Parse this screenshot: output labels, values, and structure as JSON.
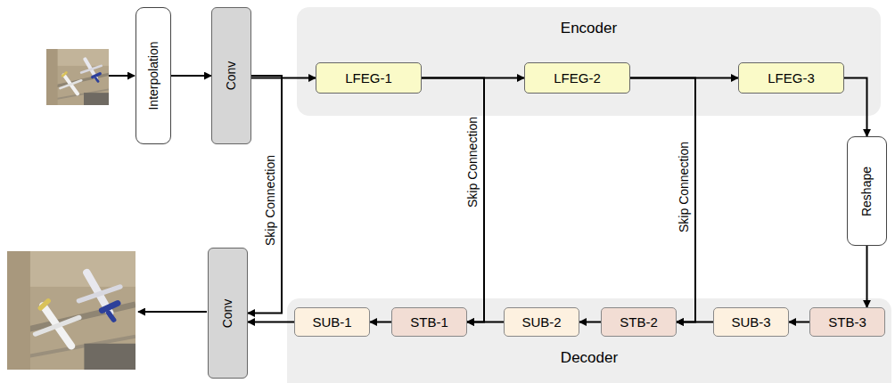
{
  "diagram": {
    "nodes": [
      {
        "text": [
          "Interpolation"
        ]
      },
      {
        "text": [
          "Conv"
        ]
      },
      {
        "text": [
          "Encoder"
        ]
      },
      {
        "text": [
          "LFEG-1"
        ],
        "in": 2
      },
      {
        "text": [
          "LFEG-2"
        ],
        "in": 2
      },
      {
        "text": [
          "LFEG-3"
        ],
        "in": 2
      },
      {
        "text": [
          "Reshape"
        ]
      },
      {
        "text": [
          "Decoder"
        ]
      },
      {
        "text": [
          "SUB-1"
        ],
        "in": 7
      },
      {
        "text": [
          "STB-1"
        ],
        "in": 7
      },
      {
        "text": [
          "SUB-2"
        ],
        "in": 7
      },
      {
        "text": [
          "STB-2"
        ],
        "in": 7
      },
      {
        "text": [
          "SUB-3"
        ],
        "in": 7
      },
      {
        "text": [
          "STB-3"
        ],
        "in": 7
      },
      {
        "text": [
          "Conv"
        ]
      }
    ],
    "edges": [
      {
        "from": 0,
        "to": 1,
        "arrow": "to"
      },
      {
        "from": 1,
        "to": 3,
        "arrow": "to"
      },
      {
        "from": 3,
        "to": 4,
        "arrow": "to"
      },
      {
        "from": 4,
        "to": 5,
        "arrow": "to"
      },
      {
        "from": 5,
        "to": 6,
        "arrow": "to"
      },
      {
        "from": 6,
        "to": 13,
        "arrow": "to"
      },
      {
        "from": 13,
        "to": 12,
        "arrow": "to"
      },
      {
        "from": 12,
        "to": 11,
        "arrow": "to"
      },
      {
        "from": 11,
        "to": 10,
        "arrow": "to"
      },
      {
        "from": 10,
        "to": 9,
        "arrow": "to"
      },
      {
        "from": 9,
        "to": 8,
        "arrow": "to"
      },
      {
        "from": 8,
        "to": 14,
        "arrow": "to"
      },
      {
        "from": 1,
        "to": 14,
        "label": "Skip Connection",
        "arrow": "to"
      },
      {
        "from": 3,
        "to": 9,
        "label": "Skip Connection",
        "arrow": "to"
      },
      {
        "from": 4,
        "to": 11,
        "label": "Skip Connection",
        "arrow": "to"
      }
    ]
  }
}
